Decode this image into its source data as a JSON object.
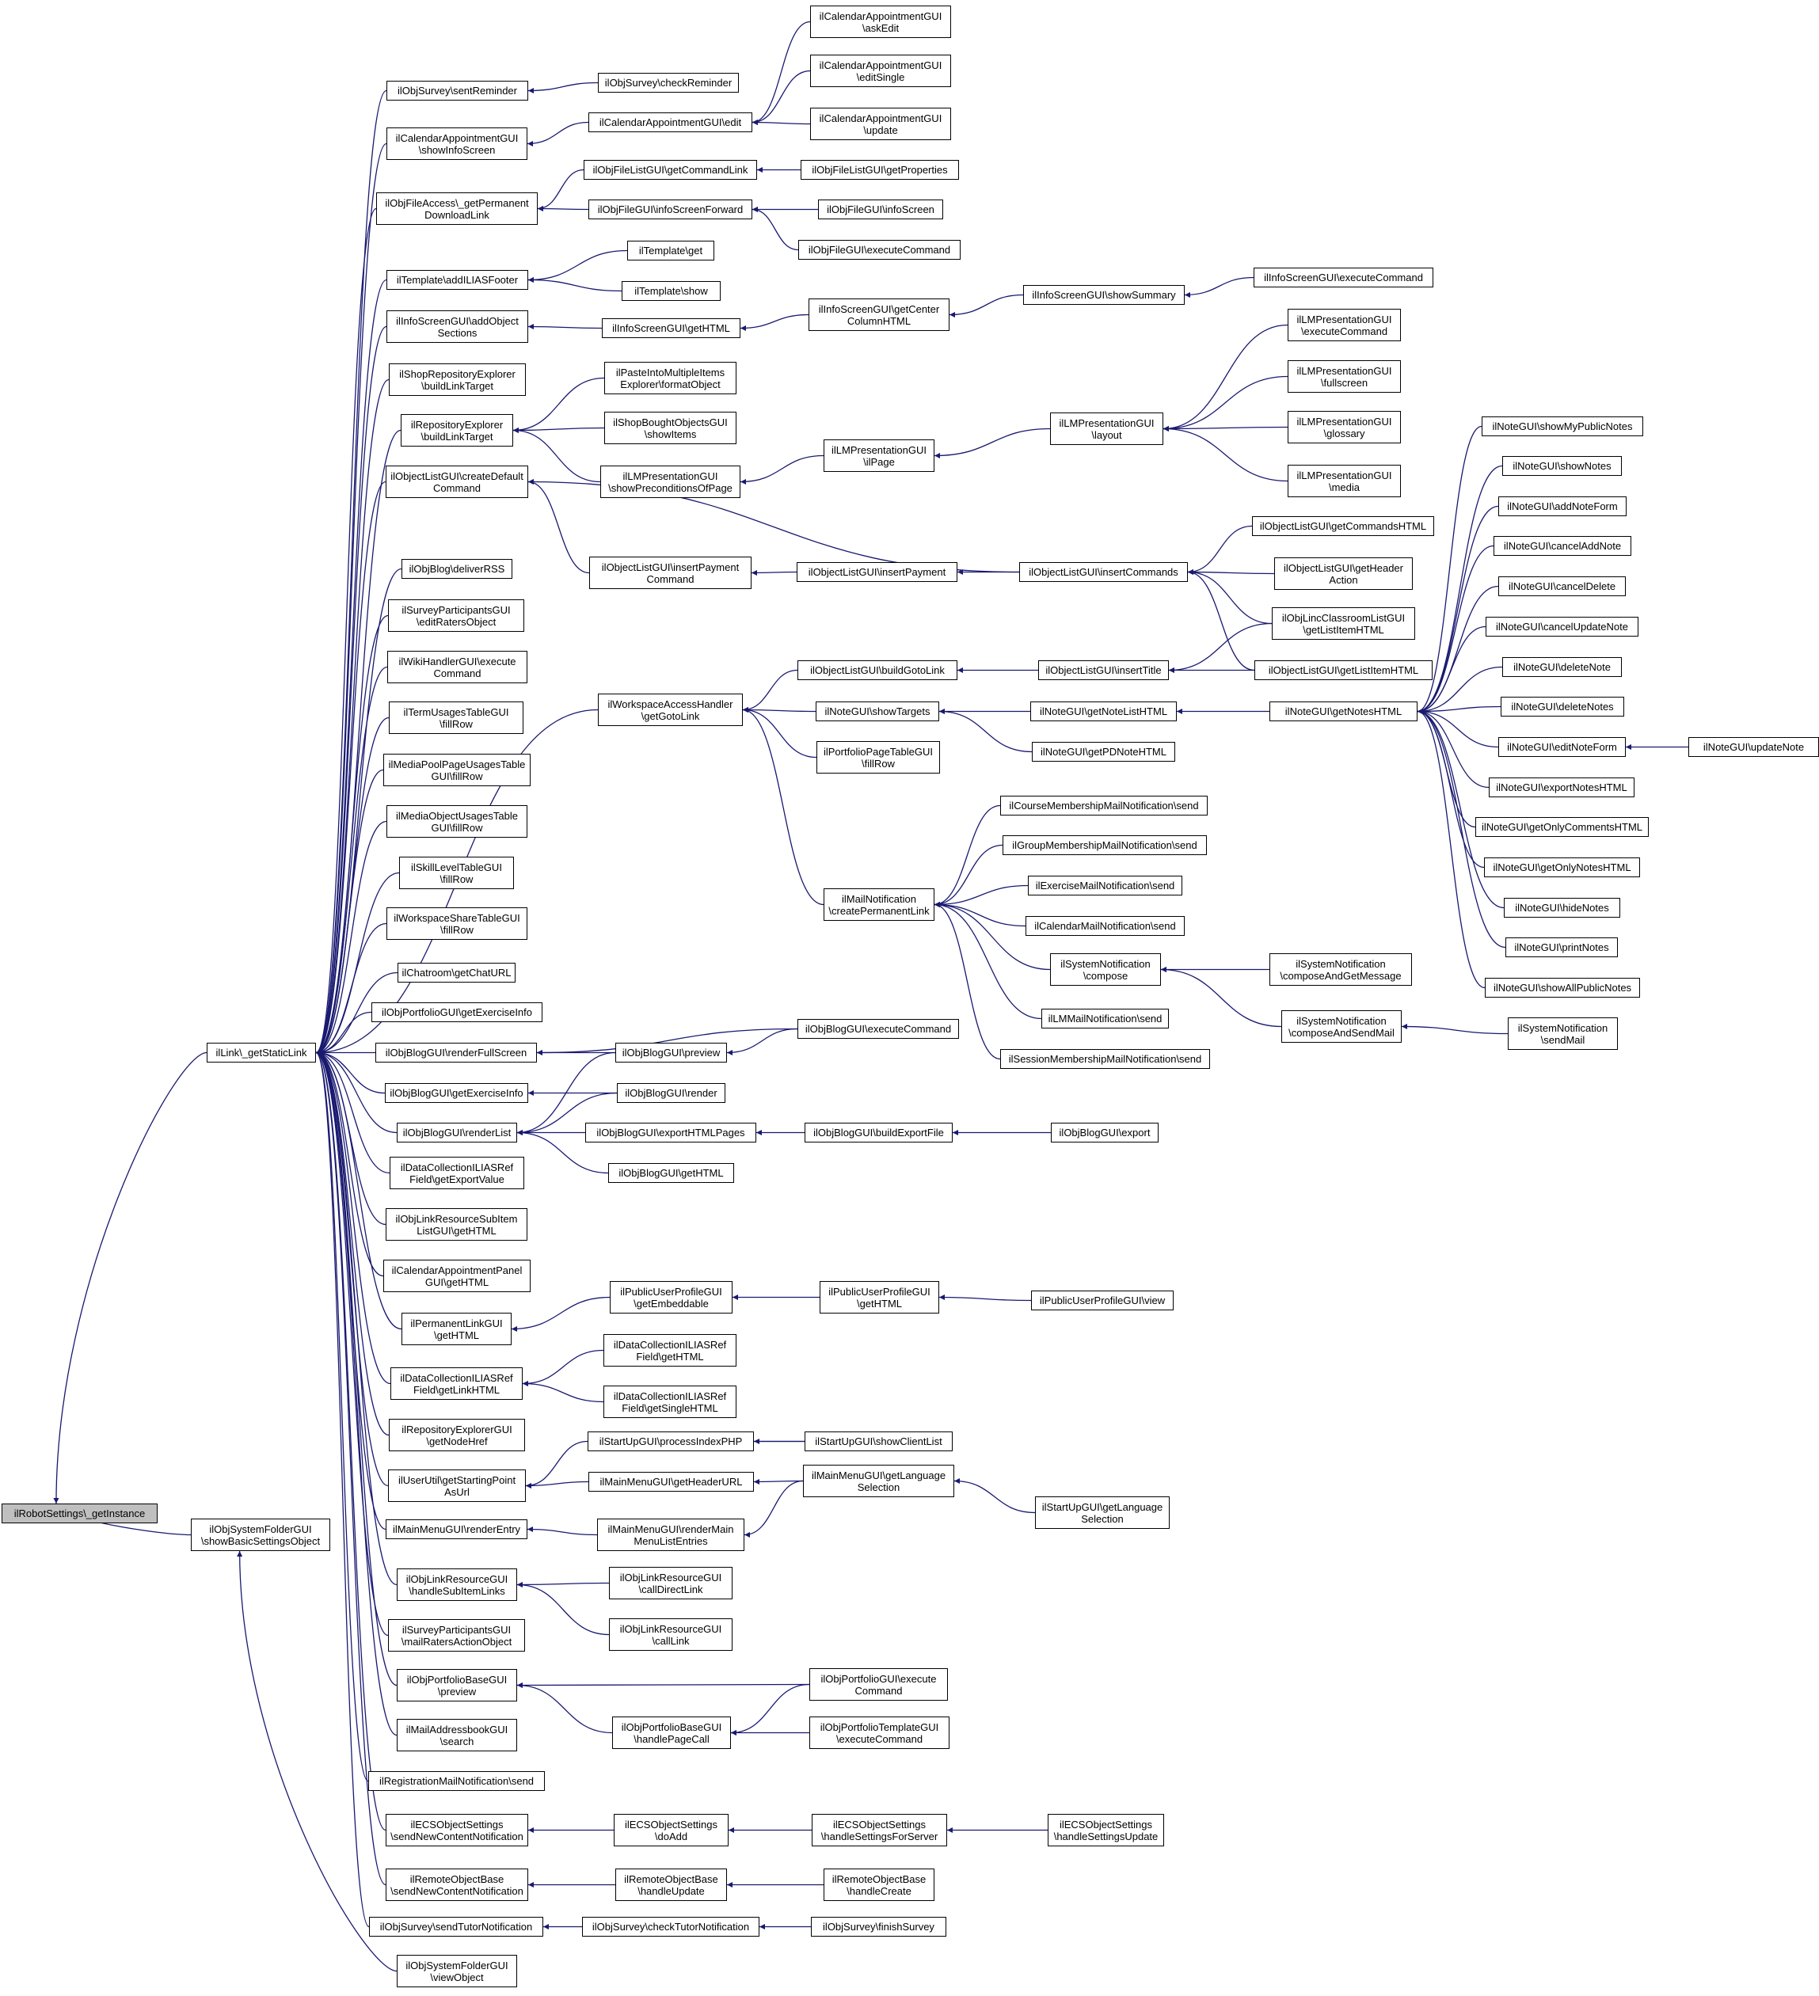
{
  "colors": {
    "edge": "#191970",
    "root_fill": "#bfbfbf",
    "node_border": "#000000"
  },
  "nodes": [
    {
      "id": "root",
      "lines": [
        "ilRobotSettings\\_getInstance"
      ]
    },
    {
      "id": "link",
      "lines": [
        "ilLink\\_getStaticLink"
      ]
    },
    {
      "id": "sysfold",
      "lines": [
        "ilObjSystemFolderGUI",
        "\\showBasicSettingsObject"
      ]
    },
    {
      "id": "surv_sent",
      "lines": [
        "ilObjSurvey\\sentReminder"
      ]
    },
    {
      "id": "surv_check",
      "lines": [
        "ilObjSurvey\\checkReminder"
      ]
    },
    {
      "id": "cal_show",
      "lines": [
        "ilCalendarAppointmentGUI",
        "\\showInfoScreen"
      ]
    },
    {
      "id": "cal_edit",
      "lines": [
        "ilCalendarAppointmentGUI\\edit"
      ]
    },
    {
      "id": "cal_ask",
      "lines": [
        "ilCalendarAppointmentGUI",
        "\\askEdit"
      ]
    },
    {
      "id": "cal_single",
      "lines": [
        "ilCalendarAppointmentGUI",
        "\\editSingle"
      ]
    },
    {
      "id": "cal_update",
      "lines": [
        "ilCalendarAppointmentGUI",
        "\\update"
      ]
    },
    {
      "id": "fileacc",
      "lines": [
        "ilObjFileAccess\\_getPermanent",
        "DownloadLink"
      ]
    },
    {
      "id": "fl_cmd",
      "lines": [
        "ilObjFileListGUI\\getCommandLink"
      ]
    },
    {
      "id": "fl_props",
      "lines": [
        "ilObjFileListGUI\\getProperties"
      ]
    },
    {
      "id": "fg_isf",
      "lines": [
        "ilObjFileGUI\\infoScreenForward"
      ]
    },
    {
      "id": "fg_is",
      "lines": [
        "ilObjFileGUI\\infoScreen"
      ]
    },
    {
      "id": "fg_exec",
      "lines": [
        "ilObjFileGUI\\executeCommand"
      ]
    },
    {
      "id": "tpl_footer",
      "lines": [
        "ilTemplate\\addILIASFooter"
      ]
    },
    {
      "id": "tpl_get",
      "lines": [
        "ilTemplate\\get"
      ]
    },
    {
      "id": "tpl_show",
      "lines": [
        "ilTemplate\\show"
      ]
    },
    {
      "id": "isg_add",
      "lines": [
        "ilInfoScreenGUI\\addObject",
        "Sections"
      ]
    },
    {
      "id": "isg_html",
      "lines": [
        "ilInfoScreenGUI\\getHTML"
      ]
    },
    {
      "id": "isg_center",
      "lines": [
        "ilInfoScreenGUI\\getCenter",
        "ColumnHTML"
      ]
    },
    {
      "id": "isg_summary",
      "lines": [
        "ilInfoScreenGUI\\showSummary"
      ]
    },
    {
      "id": "isg_exec",
      "lines": [
        "ilInfoScreenGUI\\executeCommand"
      ]
    },
    {
      "id": "shop_rep",
      "lines": [
        "ilShopRepositoryExplorer",
        "\\buildLinkTarget"
      ]
    },
    {
      "id": "rep_exp",
      "lines": [
        "ilRepositoryExplorer",
        "\\buildLinkTarget"
      ]
    },
    {
      "id": "paste",
      "lines": [
        "ilPasteIntoMultipleItems",
        "Explorer\\formatObject"
      ]
    },
    {
      "id": "shop_bought",
      "lines": [
        "ilShopBoughtObjectsGUI",
        "\\showItems"
      ]
    },
    {
      "id": "lm_precond",
      "lines": [
        "ilLMPresentationGUI",
        "\\showPreconditionsOfPage"
      ]
    },
    {
      "id": "lm_page",
      "lines": [
        "ilLMPresentationGUI",
        "\\ilPage"
      ]
    },
    {
      "id": "lm_layout",
      "lines": [
        "ilLMPresentationGUI",
        "\\layout"
      ]
    },
    {
      "id": "lm_exec",
      "lines": [
        "ilLMPresentationGUI",
        "\\executeCommand"
      ]
    },
    {
      "id": "lm_full",
      "lines": [
        "ilLMPresentationGUI",
        "\\fullscreen"
      ]
    },
    {
      "id": "lm_gloss",
      "lines": [
        "ilLMPresentationGUI",
        "\\glossary"
      ]
    },
    {
      "id": "lm_media",
      "lines": [
        "ilLMPresentationGUI",
        "\\media"
      ]
    },
    {
      "id": "olg_default",
      "lines": [
        "ilObjectListGUI\\createDefault",
        "Command"
      ]
    },
    {
      "id": "olg_ipc",
      "lines": [
        "ilObjectListGUI\\insertPayment",
        "Command"
      ]
    },
    {
      "id": "olg_ip",
      "lines": [
        "ilObjectListGUI\\insertPayment"
      ]
    },
    {
      "id": "olg_ic",
      "lines": [
        "ilObjectListGUI\\insertCommands"
      ]
    },
    {
      "id": "olg_cmdhtml",
      "lines": [
        "ilObjectListGUI\\getCommandsHTML"
      ]
    },
    {
      "id": "olg_header",
      "lines": [
        "ilObjectListGUI\\getHeader",
        "Action"
      ]
    },
    {
      "id": "linc",
      "lines": [
        "ilObjLincClassroomListGUI",
        "\\getListItemHTML"
      ]
    },
    {
      "id": "olg_lih",
      "lines": [
        "ilObjectListGUI\\getListItemHTML"
      ]
    },
    {
      "id": "olg_title",
      "lines": [
        "ilObjectListGUI\\insertTitle"
      ]
    },
    {
      "id": "olg_goto",
      "lines": [
        "ilObjectListGUI\\buildGotoLink"
      ]
    },
    {
      "id": "blog_rss",
      "lines": [
        "ilObjBlog\\deliverRSS"
      ]
    },
    {
      "id": "spg_edit",
      "lines": [
        "ilSurveyParticipantsGUI",
        "\\editRatersObject"
      ]
    },
    {
      "id": "wiki",
      "lines": [
        "ilWikiHandlerGUI\\execute",
        "Command"
      ]
    },
    {
      "id": "term",
      "lines": [
        "ilTermUsagesTableGUI",
        "\\fillRow"
      ]
    },
    {
      "id": "mpool",
      "lines": [
        "ilMediaPoolPageUsagesTable",
        "GUI\\fillRow"
      ]
    },
    {
      "id": "mobj",
      "lines": [
        "ilMediaObjectUsagesTable",
        "GUI\\fillRow"
      ]
    },
    {
      "id": "skill",
      "lines": [
        "ilSkillLevelTableGUI",
        "\\fillRow"
      ]
    },
    {
      "id": "wsshare",
      "lines": [
        "ilWorkspaceShareTableGUI",
        "\\fillRow"
      ]
    },
    {
      "id": "chat",
      "lines": [
        "ilChatroom\\getChatURL"
      ]
    },
    {
      "id": "port_ex",
      "lines": [
        "ilObjPortfolioGUI\\getExerciseInfo"
      ]
    },
    {
      "id": "wah",
      "lines": [
        "ilWorkspaceAccessHandler",
        "\\getGotoLink"
      ]
    },
    {
      "id": "ng_targets",
      "lines": [
        "ilNoteGUI\\showTargets"
      ]
    },
    {
      "id": "ppt",
      "lines": [
        "ilPortfolioPageTableGUI",
        "\\fillRow"
      ]
    },
    {
      "id": "ng_list",
      "lines": [
        "ilNoteGUI\\getNoteListHTML"
      ]
    },
    {
      "id": "ng_pd",
      "lines": [
        "ilNoteGUI\\getPDNoteHTML"
      ]
    },
    {
      "id": "ng_notes",
      "lines": [
        "ilNoteGUI\\getNotesHTML"
      ]
    },
    {
      "id": "ng_mypub",
      "lines": [
        "ilNoteGUI\\showMyPublicNotes"
      ]
    },
    {
      "id": "ng_shownotes",
      "lines": [
        "ilNoteGUI\\showNotes"
      ]
    },
    {
      "id": "ng_addform",
      "lines": [
        "ilNoteGUI\\addNoteForm"
      ]
    },
    {
      "id": "ng_canceladd",
      "lines": [
        "ilNoteGUI\\cancelAddNote"
      ]
    },
    {
      "id": "ng_canceldel",
      "lines": [
        "ilNoteGUI\\cancelDelete"
      ]
    },
    {
      "id": "ng_cancelupd",
      "lines": [
        "ilNoteGUI\\cancelUpdateNote"
      ]
    },
    {
      "id": "ng_delnote",
      "lines": [
        "ilNoteGUI\\deleteNote"
      ]
    },
    {
      "id": "ng_delnotes",
      "lines": [
        "ilNoteGUI\\deleteNotes"
      ]
    },
    {
      "id": "ng_editform",
      "lines": [
        "ilNoteGUI\\editNoteForm"
      ]
    },
    {
      "id": "ng_updnote",
      "lines": [
        "ilNoteGUI\\updateNote"
      ]
    },
    {
      "id": "ng_export",
      "lines": [
        "ilNoteGUI\\exportNotesHTML"
      ]
    },
    {
      "id": "ng_onlycomm",
      "lines": [
        "ilNoteGUI\\getOnlyCommentsHTML"
      ]
    },
    {
      "id": "ng_onlynotes",
      "lines": [
        "ilNoteGUI\\getOnlyNotesHTML"
      ]
    },
    {
      "id": "ng_hide",
      "lines": [
        "ilNoteGUI\\hideNotes"
      ]
    },
    {
      "id": "ng_print",
      "lines": [
        "ilNoteGUI\\printNotes"
      ]
    },
    {
      "id": "ng_showall",
      "lines": [
        "ilNoteGUI\\showAllPublicNotes"
      ]
    },
    {
      "id": "mn",
      "lines": [
        "ilMailNotification",
        "\\createPermanentLink"
      ]
    },
    {
      "id": "mn_course",
      "lines": [
        "ilCourseMembershipMailNotification\\send"
      ]
    },
    {
      "id": "mn_group",
      "lines": [
        "ilGroupMembershipMailNotification\\send"
      ]
    },
    {
      "id": "mn_exer",
      "lines": [
        "ilExerciseMailNotification\\send"
      ]
    },
    {
      "id": "mn_cal",
      "lines": [
        "ilCalendarMailNotification\\send"
      ]
    },
    {
      "id": "sn_compose",
      "lines": [
        "ilSystemNotification",
        "\\compose"
      ]
    },
    {
      "id": "sn_cagm",
      "lines": [
        "ilSystemNotification",
        "\\composeAndGetMessage"
      ]
    },
    {
      "id": "sn_casm",
      "lines": [
        "ilSystemNotification",
        "\\composeAndSendMail"
      ]
    },
    {
      "id": "sn_send",
      "lines": [
        "ilSystemNotification",
        "\\sendMail"
      ]
    },
    {
      "id": "mn_lm",
      "lines": [
        "ilLMMailNotification\\send"
      ]
    },
    {
      "id": "mn_sess",
      "lines": [
        "ilSessionMembershipMailNotification\\send"
      ]
    },
    {
      "id": "blog_full",
      "lines": [
        "ilObjBlogGUI\\renderFullScreen"
      ]
    },
    {
      "id": "blog_exinfo",
      "lines": [
        "ilObjBlogGUI\\getExerciseInfo"
      ]
    },
    {
      "id": "blog_rlist",
      "lines": [
        "ilObjBlogGUI\\renderList"
      ]
    },
    {
      "id": "blog_exec",
      "lines": [
        "ilObjBlogGUI\\executeCommand"
      ]
    },
    {
      "id": "blog_preview",
      "lines": [
        "ilObjBlogGUI\\preview"
      ]
    },
    {
      "id": "blog_render",
      "lines": [
        "ilObjBlogGUI\\render"
      ]
    },
    {
      "id": "blog_exphtml",
      "lines": [
        "ilObjBlogGUI\\exportHTMLPages"
      ]
    },
    {
      "id": "blog_build",
      "lines": [
        "ilObjBlogGUI\\buildExportFile"
      ]
    },
    {
      "id": "blog_export",
      "lines": [
        "ilObjBlogGUI\\export"
      ]
    },
    {
      "id": "blog_gethtml",
      "lines": [
        "ilObjBlogGUI\\getHTML"
      ]
    },
    {
      "id": "dc_export",
      "lines": [
        "ilDataCollectionILIASRef",
        "Field\\getExportValue"
      ]
    },
    {
      "id": "lr_sub",
      "lines": [
        "ilObjLinkResourceSubItem",
        "ListGUI\\getHTML"
      ]
    },
    {
      "id": "cal_panel",
      "lines": [
        "ilCalendarAppointmentPanel",
        "GUI\\getHTML"
      ]
    },
    {
      "id": "perm",
      "lines": [
        "ilPermanentLinkGUI",
        "\\getHTML"
      ]
    },
    {
      "id": "pup_emb",
      "lines": [
        "ilPublicUserProfileGUI",
        "\\getEmbeddable"
      ]
    },
    {
      "id": "pup_html",
      "lines": [
        "ilPublicUserProfileGUI",
        "\\getHTML"
      ]
    },
    {
      "id": "pup_view",
      "lines": [
        "ilPublicUserProfileGUI\\view"
      ]
    },
    {
      "id": "dc_link",
      "lines": [
        "ilDataCollectionILIASRef",
        "Field\\getLinkHTML"
      ]
    },
    {
      "id": "dc_html",
      "lines": [
        "ilDataCollectionILIASRef",
        "Field\\getHTML"
      ]
    },
    {
      "id": "dc_single",
      "lines": [
        "ilDataCollectionILIASRef",
        "Field\\getSingleHTML"
      ]
    },
    {
      "id": "rexp_node",
      "lines": [
        "ilRepositoryExplorerGUI",
        "\\getNodeHref"
      ]
    },
    {
      "id": "uu",
      "lines": [
        "ilUserUtil\\getStartingPoint",
        "AsUrl"
      ]
    },
    {
      "id": "su_proc",
      "lines": [
        "ilStartUpGUI\\processIndexPHP"
      ]
    },
    {
      "id": "su_client",
      "lines": [
        "ilStartUpGUI\\showClientList"
      ]
    },
    {
      "id": "mm_header",
      "lines": [
        "ilMainMenuGUI\\getHeaderURL"
      ]
    },
    {
      "id": "mm_lang",
      "lines": [
        "ilMainMenuGUI\\getLanguage",
        "Selection"
      ]
    },
    {
      "id": "su_lang",
      "lines": [
        "ilStartUpGUI\\getLanguage",
        "Selection"
      ]
    },
    {
      "id": "mm_render",
      "lines": [
        "ilMainMenuGUI\\renderEntry"
      ]
    },
    {
      "id": "mm_main",
      "lines": [
        "ilMainMenuGUI\\renderMain",
        "MenuListEntries"
      ]
    },
    {
      "id": "lrg_handle",
      "lines": [
        "ilObjLinkResourceGUI",
        "\\handleSubItemLinks"
      ]
    },
    {
      "id": "lrg_direct",
      "lines": [
        "ilObjLinkResourceGUI",
        "\\callDirectLink"
      ]
    },
    {
      "id": "lrg_call",
      "lines": [
        "ilObjLinkResourceGUI",
        "\\callLink"
      ]
    },
    {
      "id": "spg_mail",
      "lines": [
        "ilSurveyParticipantsGUI",
        "\\mailRatersActionObject"
      ]
    },
    {
      "id": "pb_preview",
      "lines": [
        "ilObjPortfolioBaseGUI",
        "\\preview"
      ]
    },
    {
      "id": "pg_exec",
      "lines": [
        "ilObjPortfolioGUI\\execute",
        "Command"
      ]
    },
    {
      "id": "pb_handle",
      "lines": [
        "ilObjPortfolioBaseGUI",
        "\\handlePageCall"
      ]
    },
    {
      "id": "pt_exec",
      "lines": [
        "ilObjPortfolioTemplateGUI",
        "\\executeCommand"
      ]
    },
    {
      "id": "mab",
      "lines": [
        "ilMailAddressbookGUI",
        "\\search"
      ]
    },
    {
      "id": "reg_mail",
      "lines": [
        "ilRegistrationMailNotification\\send"
      ]
    },
    {
      "id": "ecs_send",
      "lines": [
        "ilECSObjectSettings",
        "\\sendNewContentNotification"
      ]
    },
    {
      "id": "ecs_add",
      "lines": [
        "ilECSObjectSettings",
        "\\doAdd"
      ]
    },
    {
      "id": "ecs_hsfs",
      "lines": [
        "ilECSObjectSettings",
        "\\handleSettingsForServer"
      ]
    },
    {
      "id": "ecs_hsu",
      "lines": [
        "ilECSObjectSettings",
        "\\handleSettingsUpdate"
      ]
    },
    {
      "id": "rob_send",
      "lines": [
        "ilRemoteObjectBase",
        "\\sendNewContentNotification"
      ]
    },
    {
      "id": "rob_upd",
      "lines": [
        "ilRemoteObjectBase",
        "\\handleUpdate"
      ]
    },
    {
      "id": "rob_create",
      "lines": [
        "ilRemoteObjectBase",
        "\\handleCreate"
      ]
    },
    {
      "id": "surv_tutor",
      "lines": [
        "ilObjSurvey\\sendTutorNotification"
      ]
    },
    {
      "id": "surv_ctn",
      "lines": [
        "ilObjSurvey\\checkTutorNotification"
      ]
    },
    {
      "id": "surv_finish",
      "lines": [
        "ilObjSurvey\\finishSurvey"
      ]
    },
    {
      "id": "sysfold_view",
      "lines": [
        "ilObjSystemFolderGUI",
        "\\viewObject"
      ]
    }
  ]
}
